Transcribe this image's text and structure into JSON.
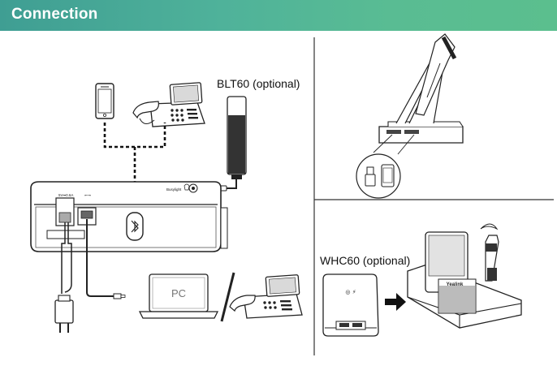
{
  "header": {
    "title": "Connection",
    "color": "#4fb29a"
  },
  "labels": {
    "blt60": "BLT60 (optional)",
    "whc60": "WHC60 (optional)",
    "pc": "PC",
    "busylight": "Busylight",
    "brand": "Yealink"
  },
  "icons": [
    "mobile-phone-icon",
    "desk-phone-icon",
    "bluetooth-icon",
    "busylight-icon",
    "power-adapter-icon",
    "usb-cable-icon",
    "laptop-icon",
    "headset-icon",
    "wireless-charger-icon"
  ]
}
